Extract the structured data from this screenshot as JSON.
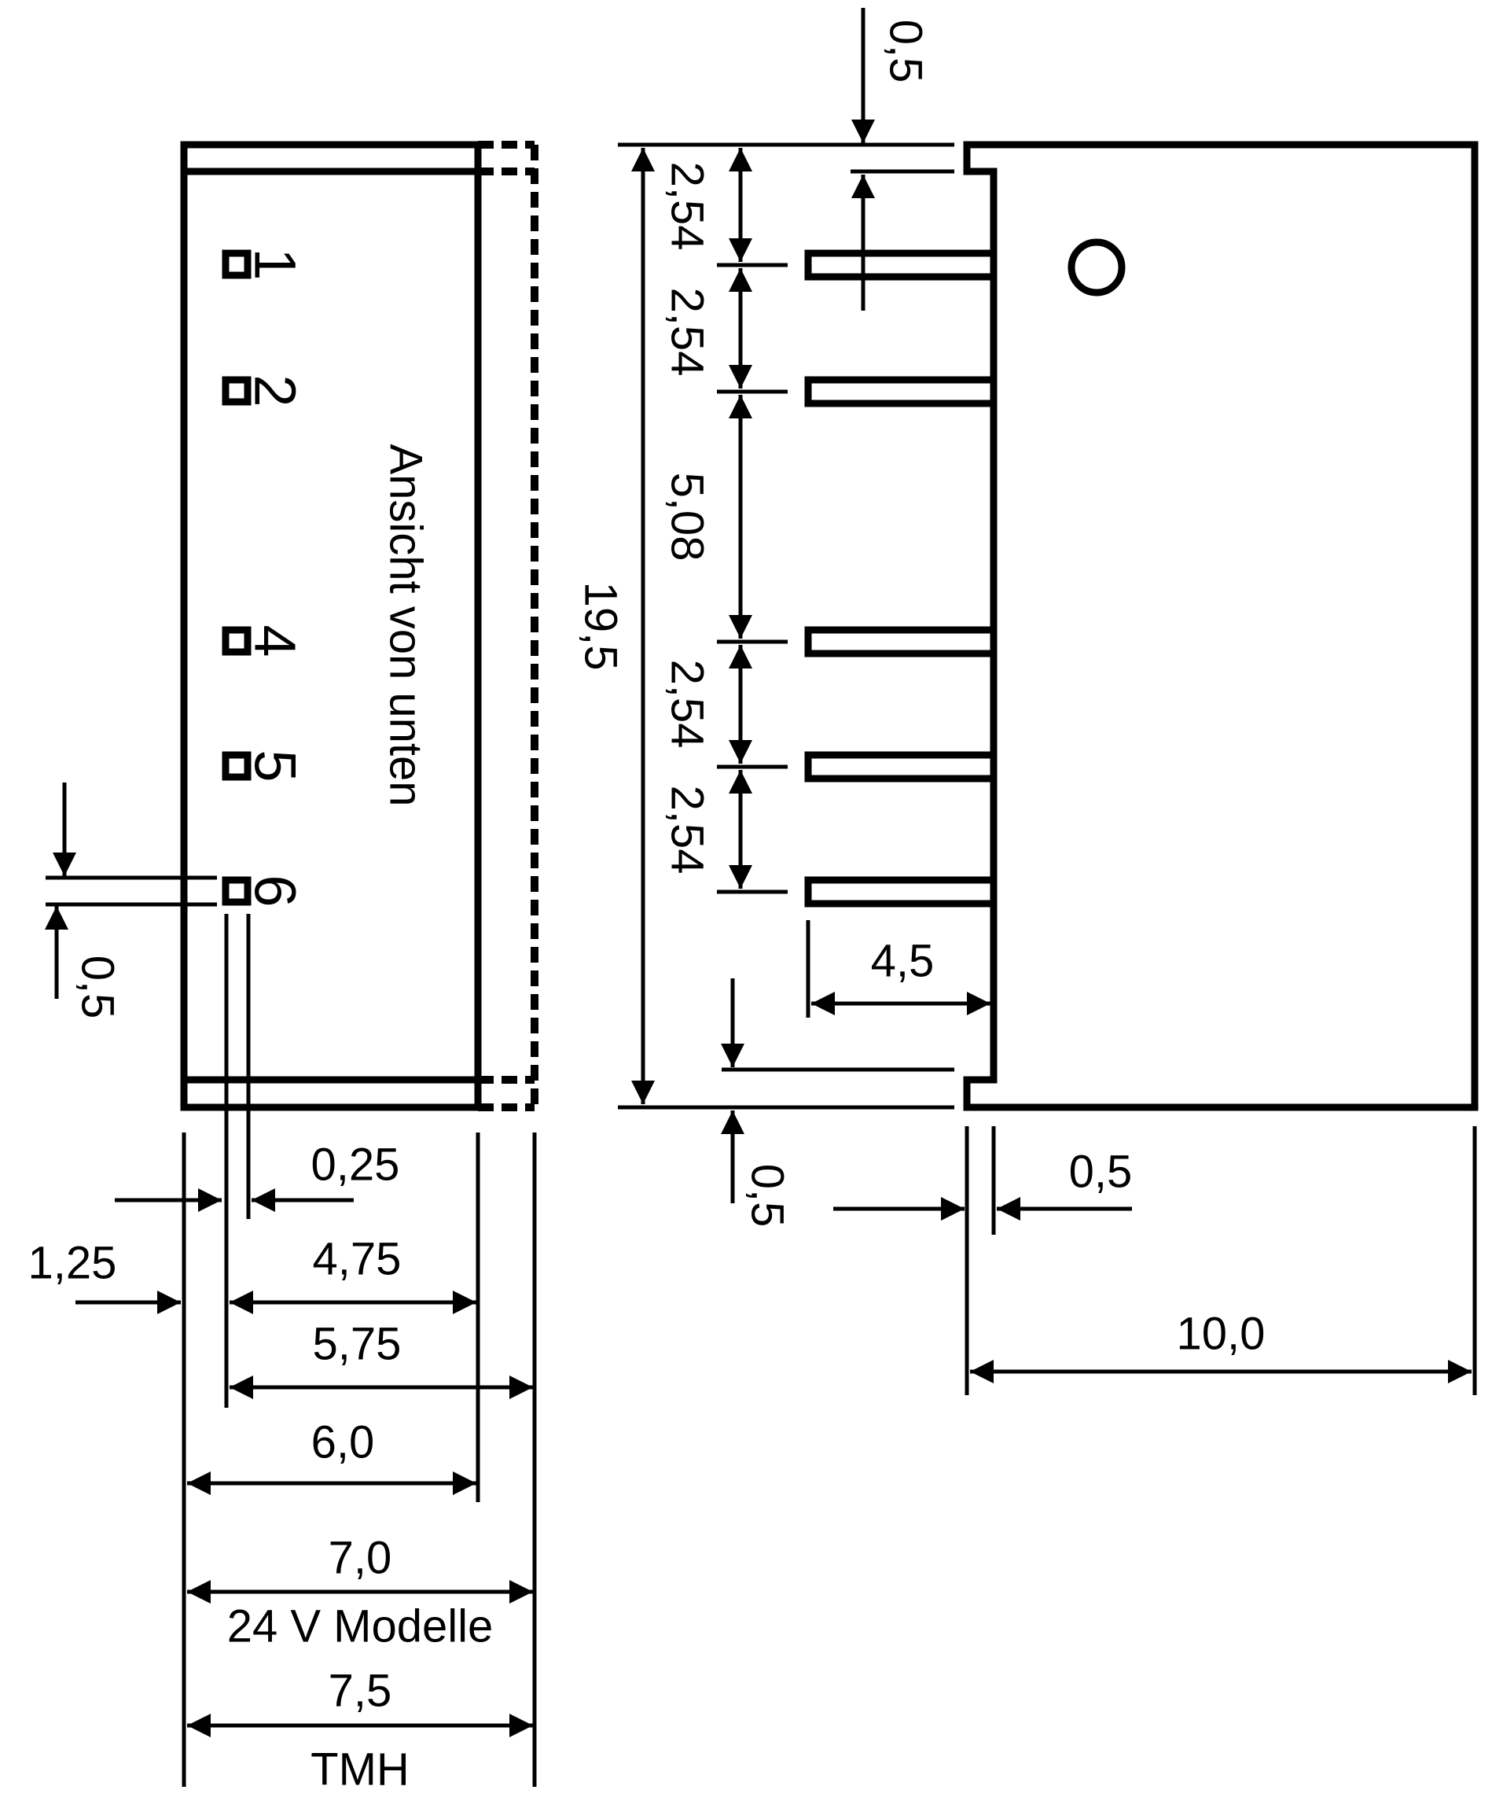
{
  "view_label": "Ansicht von unten",
  "pins": [
    "1",
    "2",
    "4",
    "5",
    "6"
  ],
  "dims": {
    "top_gap": "0,5",
    "pitch_1": "2,54",
    "pitch_2": "2,54",
    "gap_5": "5,08",
    "pitch_3": "2,54",
    "pitch_4": "2,54",
    "height": "19,5",
    "pin_len": "4,5",
    "bottom_gap": "0,5",
    "side_gap": "0,5",
    "width": "10,0",
    "pin_width": "0,5",
    "edge_off": "0,25",
    "pin_row": "1,25",
    "w_475": "4,75",
    "w_575": "5,75",
    "w_60": "6,0",
    "w_70": "7,0",
    "w_75": "7,5"
  },
  "models": {
    "m24": "24 V Modelle",
    "tmh": "TMH"
  }
}
